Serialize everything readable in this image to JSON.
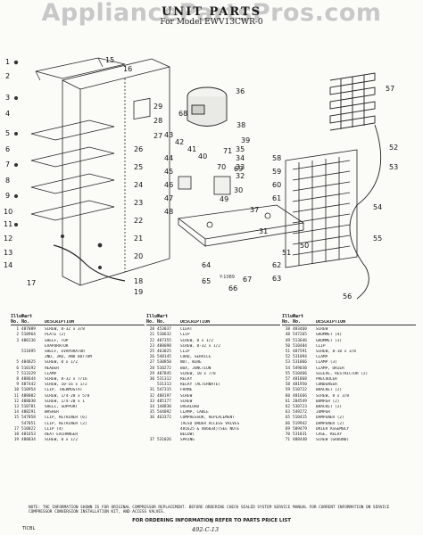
{
  "watermark": "AppliancePartsPros.com",
  "title": "UNIT PARTS",
  "subtitle": "For Model EWV13CWR-0",
  "diagram": {
    "figure_code": "Y-1089",
    "callouts": [
      "1",
      "2",
      "3",
      "4",
      "5",
      "6",
      "7",
      "8",
      "9",
      "10",
      "11",
      "12",
      "13",
      "14",
      "15",
      "16",
      "17",
      "18",
      "19",
      "20",
      "21",
      "22",
      "23",
      "24",
      "25",
      "26",
      "27",
      "28",
      "29",
      "30",
      "31",
      "32",
      "33",
      "34",
      "35",
      "36",
      "37",
      "38",
      "39",
      "40",
      "41",
      "42",
      "43",
      "44",
      "45",
      "46",
      "47",
      "48",
      "49",
      "50",
      "51",
      "52",
      "53",
      "54",
      "55",
      "56",
      "57",
      "58",
      "59",
      "60",
      "61",
      "62",
      "63",
      "64",
      "65",
      "66",
      "67",
      "68",
      "69",
      "70",
      "71"
    ]
  },
  "table_header": {
    "illus": "Illus.",
    "part": "Part",
    "no": "No.",
    "part_no": "No.",
    "description": "DESCRIPTION"
  },
  "parts_col1": [
    {
      "ill": "1",
      "part": "487089",
      "desc": "SCREW, 8-32 x 3/8"
    },
    {
      "ill": "2",
      "part": "510964",
      "desc": "PLATE (2)"
    },
    {
      "ill": "3",
      "part": "480136",
      "desc": "SHELF, TOP"
    },
    {
      "ill": "",
      "part": "",
      "desc": "EVAPORATOR"
    },
    {
      "ill": "",
      "part": "511895",
      "desc": "SHELF, EVAPORATOR"
    },
    {
      "ill": "",
      "part": "",
      "desc": "2ND, 3RD, AND BOTTOM"
    },
    {
      "ill": "5",
      "part": "484825",
      "desc": "SCREW, 8 x 1/2"
    },
    {
      "ill": "6",
      "part": "510192",
      "desc": "HEADER"
    },
    {
      "ill": "7",
      "part": "513329",
      "desc": "CLAMP"
    },
    {
      "ill": "8",
      "part": "488644",
      "desc": "SCREW, 8-32 x 7/16"
    },
    {
      "ill": "9",
      "part": "487442",
      "desc": "SCREW, 10-16 x 1/2"
    },
    {
      "ill": "10",
      "part": "510954",
      "desc": "CLIP, THERMOSTAT"
    },
    {
      "ill": "11",
      "part": "488002",
      "desc": "SCREW, 1/4-28 x 5/8"
    },
    {
      "ill": "12",
      "part": "488030",
      "desc": "SCREW, 1/4-20 x 1"
    },
    {
      "ill": "13",
      "part": "510781",
      "desc": "SHELL, SUPPORT"
    },
    {
      "ill": "14",
      "part": "488291",
      "desc": "WASHER"
    },
    {
      "ill": "15",
      "part": "547058",
      "desc": "CLIP, RETAINER (6)"
    },
    {
      "ill": "",
      "part": "547051",
      "desc": "CLIP, RETAINER (2)"
    },
    {
      "ill": "17",
      "part": "510822",
      "desc": "CLIP (4)"
    },
    {
      "ill": "18",
      "part": "481653",
      "desc": "HEAT EXCHANGER"
    },
    {
      "ill": "19",
      "part": "488034",
      "desc": "SCREW, 8 x 1/2"
    }
  ],
  "parts_col2": [
    {
      "ill": "20",
      "part": "453037",
      "desc": "CLEAT"
    },
    {
      "ill": "21",
      "part": "510632",
      "desc": "CLIP"
    },
    {
      "ill": "22",
      "part": "487355",
      "desc": "SCREW, 8 x 1/2"
    },
    {
      "ill": "23",
      "part": "488098",
      "desc": "SCREW, 8-32 x 1/2"
    },
    {
      "ill": "25",
      "part": "463025",
      "desc": "CLIP"
    },
    {
      "ill": "26",
      "part": "548145",
      "desc": "CORD, SERVICE"
    },
    {
      "ill": "27",
      "part": "530850",
      "desc": "NUT, WIRE"
    },
    {
      "ill": "28",
      "part": "510272",
      "desc": "BOX, JUNCTION"
    },
    {
      "ill": "29",
      "part": "487845",
      "desc": "SCREW, 10 x 7/8"
    },
    {
      "ill": "30",
      "part": "531312",
      "desc": "RELAY"
    },
    {
      "ill": "",
      "part": "531313",
      "desc": "RELAY (ALTERNATE)"
    },
    {
      "ill": "31",
      "part": "547315",
      "desc": "FRAME"
    },
    {
      "ill": "32",
      "part": "488197",
      "desc": "SCREW"
    },
    {
      "ill": "33",
      "part": "485177",
      "desc": "SCREW"
    },
    {
      "ill": "34",
      "part": "148830",
      "desc": "OVERLOAD"
    },
    {
      "ill": "35",
      "part": "544092",
      "desc": "CLAMP, CABLE"
    },
    {
      "ill": "36",
      "part": "463372",
      "desc": "COMPRESSOR, REPLACEMENT"
    },
    {
      "ill": "",
      "part": "",
      "desc": "(ALSO ORDER ACCESS VALVES"
    },
    {
      "ill": "",
      "part": "",
      "desc": "481625 & 486034)(SEE NOTE"
    },
    {
      "ill": "",
      "part": "",
      "desc": "BELOW)"
    },
    {
      "ill": "37",
      "part": "531026",
      "desc": "SPRING"
    }
  ],
  "parts_col3": [
    {
      "ill": "38",
      "part": "483460",
      "desc": "SCREW"
    },
    {
      "ill": "48",
      "part": "547265",
      "desc": "GROMMET (4)"
    },
    {
      "ill": "49",
      "part": "513646",
      "desc": "GROMMET (3)"
    },
    {
      "ill": "50",
      "part": "510484",
      "desc": "CLIP"
    },
    {
      "ill": "51",
      "part": "487591",
      "desc": "SCREW, 8-18 x 3/8"
    },
    {
      "ill": "52",
      "part": "531094",
      "desc": "CLAMP"
    },
    {
      "ill": "53",
      "part": "531066",
      "desc": "CLAMP (3)"
    },
    {
      "ill": "54",
      "part": "549030",
      "desc": "CLAMP, DRIER"
    },
    {
      "ill": "55",
      "part": "510466",
      "desc": "SLEEVE, RESTRICTOR (2)"
    },
    {
      "ill": "57",
      "part": "481868",
      "desc": "PRECOOLER"
    },
    {
      "ill": "58",
      "part": "481950",
      "desc": "CONDENSER"
    },
    {
      "ill": "59",
      "part": "510722",
      "desc": "BRACKET (2)"
    },
    {
      "ill": "60",
      "part": "481666",
      "desc": "SCREW, 8 x 3/8"
    },
    {
      "ill": "61",
      "part": "204549",
      "desc": "BUMPER (2)"
    },
    {
      "ill": "62",
      "part": "530723",
      "desc": "BRACKET (2)"
    },
    {
      "ill": "63",
      "part": "549272",
      "desc": "JUMPER"
    },
    {
      "ill": "65",
      "part": "510415",
      "desc": "DAMPENER (2)"
    },
    {
      "ill": "66",
      "part": "519942",
      "desc": "DAMPENER (2)"
    },
    {
      "ill": "69",
      "part": "509479",
      "desc": "DRIER ASSEMBLY"
    },
    {
      "ill": "70",
      "part": "531831",
      "desc": "CASE, RELAY"
    },
    {
      "ill": "71",
      "part": "488440",
      "desc": "SCREW (GROUND)"
    }
  ],
  "note": "NOTE: THE INFORMATION SHOWN IS FOR ORIGINAL COMPRESSOR REPLACEMENT. BEFORE ORDERING CHECK SEALED SYSTEM SERVICE MANUAL FOR CURRENT INFORMATION ON SERVICE COMPRESSOR CONVERSION INSTALLATION KIT, AND ACCESS VALVES.",
  "order_notice": "FOR ORDERING INFORMATION REFER TO PARTS PRICE LIST",
  "footer": {
    "left": "TICBL",
    "center": "2",
    "handwritten": "492-C-13"
  }
}
